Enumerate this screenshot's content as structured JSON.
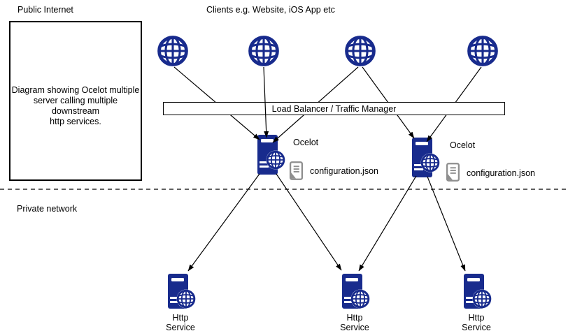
{
  "zones": {
    "public_label": "Public Internet",
    "private_label": "Private network"
  },
  "clients": {
    "caption": "Clients e.g. Website, iOS App etc",
    "items": [
      {
        "icon": "globe-icon"
      },
      {
        "icon": "globe-icon"
      },
      {
        "icon": "globe-icon"
      },
      {
        "icon": "globe-icon"
      }
    ]
  },
  "description_box": {
    "lines": [
      "Diagram showing Ocelot multiple",
      "server calling multiple downstream",
      "http services."
    ]
  },
  "load_balancer": {
    "label": "Load Balancer / Traffic Manager"
  },
  "gateways": [
    {
      "label": "Ocelot",
      "icon": "server-globe-icon",
      "config_file": {
        "icon": "document-icon",
        "label": "configuration.json"
      }
    },
    {
      "label": "Ocelot",
      "icon": "server-globe-icon",
      "config_file": {
        "icon": "document-icon",
        "label": "configuration.json"
      }
    }
  ],
  "services": [
    {
      "icon": "server-globe-icon",
      "label_line1": "Http",
      "label_line2": "Service"
    },
    {
      "icon": "server-globe-icon",
      "label_line1": "Http",
      "label_line2": "Service"
    },
    {
      "icon": "server-globe-icon",
      "label_line1": "Http",
      "label_line2": "Service"
    }
  ],
  "colors": {
    "icon_navy": "#182b8d",
    "document_gray": "#8f8f8f",
    "connector_black": "#000000",
    "background": "#ffffff"
  }
}
